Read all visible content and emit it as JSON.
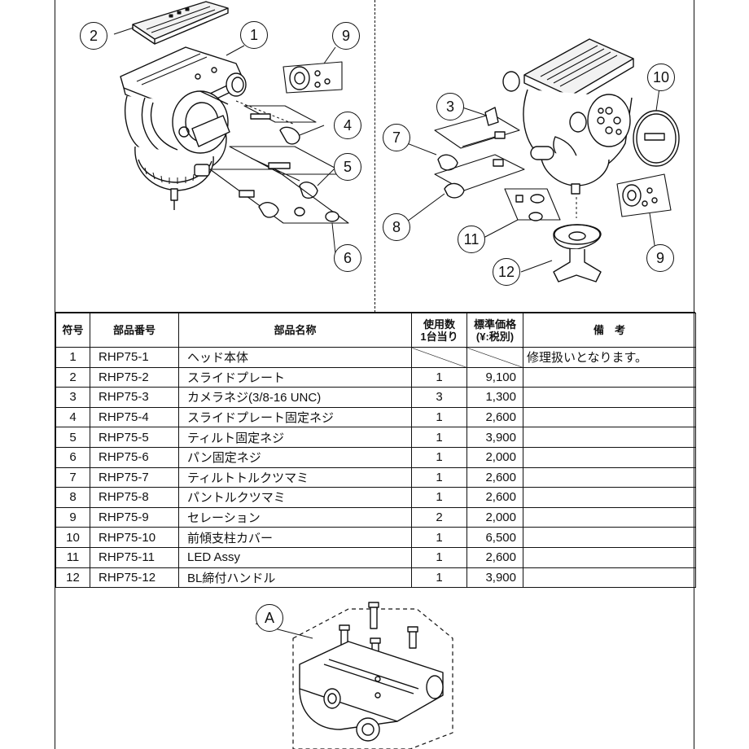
{
  "callouts_left": [
    "1",
    "2",
    "4",
    "5",
    "6",
    "9"
  ],
  "callouts_right": [
    "3",
    "7",
    "8",
    "9",
    "10",
    "11",
    "12"
  ],
  "callout_bottom": "A",
  "table": {
    "headers": {
      "no": "符号",
      "part_no": "部品番号",
      "name": "部品名称",
      "qty_line1": "使用数",
      "qty_line2": "1台当り",
      "price_line1": "標準価格",
      "price_line2": "(¥:税別)",
      "remarks": "備　考"
    },
    "rows": [
      {
        "no": "1",
        "part_no": "RHP75-1",
        "name": "ヘッド本体",
        "qty": "",
        "price": "",
        "remarks": "修理扱いとなります。"
      },
      {
        "no": "2",
        "part_no": "RHP75-2",
        "name": "スライドプレート",
        "qty": "1",
        "price": "9,100",
        "remarks": ""
      },
      {
        "no": "3",
        "part_no": "RHP75-3",
        "name": "カメラネジ(3/8-16 UNC)",
        "qty": "3",
        "price": "1,300",
        "remarks": ""
      },
      {
        "no": "4",
        "part_no": "RHP75-4",
        "name": "スライドプレート固定ネジ",
        "qty": "1",
        "price": "2,600",
        "remarks": ""
      },
      {
        "no": "5",
        "part_no": "RHP75-5",
        "name": "ティルト固定ネジ",
        "qty": "1",
        "price": "3,900",
        "remarks": ""
      },
      {
        "no": "6",
        "part_no": "RHP75-6",
        "name": "パン固定ネジ",
        "qty": "1",
        "price": "2,000",
        "remarks": ""
      },
      {
        "no": "7",
        "part_no": "RHP75-7",
        "name": "ティルトトルクツマミ",
        "qty": "1",
        "price": "2,600",
        "remarks": ""
      },
      {
        "no": "8",
        "part_no": "RHP75-8",
        "name": "パントルクツマミ",
        "qty": "1",
        "price": "2,600",
        "remarks": ""
      },
      {
        "no": "9",
        "part_no": "RHP75-9",
        "name": "セレーション",
        "qty": "2",
        "price": "2,000",
        "remarks": ""
      },
      {
        "no": "10",
        "part_no": "RHP75-10",
        "name": "前傾支柱カバー",
        "qty": "1",
        "price": "6,500",
        "remarks": ""
      },
      {
        "no": "11",
        "part_no": "RHP75-11",
        "name": "LED Assy",
        "qty": "1",
        "price": "2,600",
        "remarks": ""
      },
      {
        "no": "12",
        "part_no": "RHP75-12",
        "name": "BL締付ハンドル",
        "qty": "1",
        "price": "3,900",
        "remarks": ""
      }
    ]
  }
}
